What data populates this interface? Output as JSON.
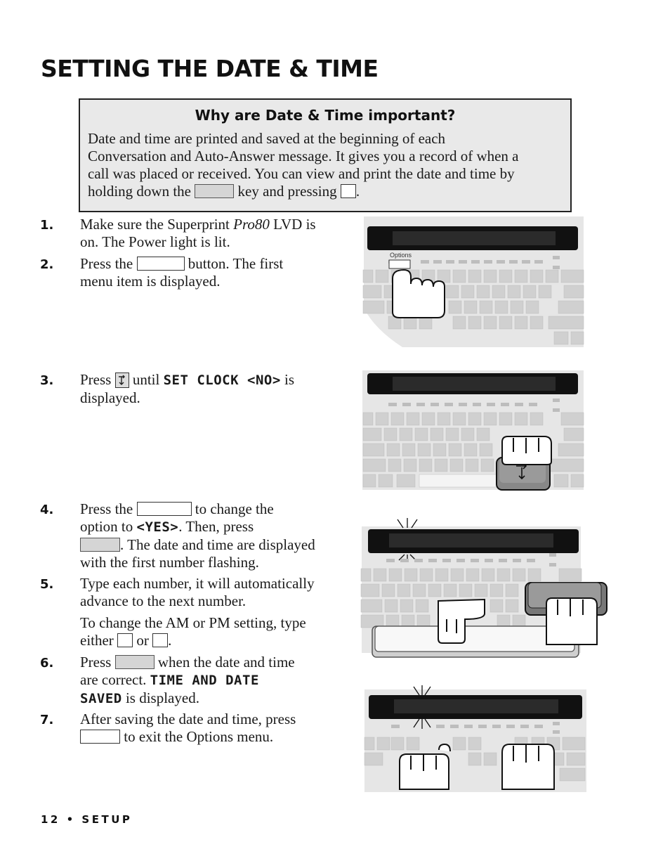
{
  "page_title": "SETTING THE DATE & TIME",
  "callout": {
    "heading": "Why are Date & Time important?",
    "body_line1": "Date and time are printed and saved at the beginning of each",
    "body_line2": "Conversation and Auto-Answer message. It gives you a record of when a",
    "body_line3": "call was placed or received. You can view and print the date and time by",
    "body_line4a": "holding down the",
    "body_line4b": "key and pressing",
    "body_line4c": "."
  },
  "steps": [
    {
      "number": "1.",
      "line1a": "Make sure the Superprint ",
      "line1b": "Pro80",
      "line1c": " LVD is",
      "line2": "on. The Power light is lit."
    },
    {
      "number": "2.",
      "line1a": "Press the",
      "line1b": "button. The first",
      "line2": "menu item is displayed."
    },
    {
      "number": "3.",
      "line1a": "Press",
      "line1b": "until",
      "lcd": "SET CLOCK  <NO>",
      "line1c": "is",
      "line2": "displayed."
    },
    {
      "number": "4.",
      "line1a": "Press the",
      "line1b": "to change the",
      "line2a": "option to",
      "lcd": "<YES>",
      "line2b": ". Then, press",
      "line3": ". The date and time are displayed",
      "line4": "with the first number flashing."
    },
    {
      "number": "5.",
      "line1": "Type each number, it will automatically",
      "line2": "advance to the next number.",
      "line3": "To change the AM or PM setting, type",
      "line4a": "either",
      "line4b": "or",
      "line4c": "."
    },
    {
      "number": "6.",
      "line1a": "Press",
      "line1b": "when the date and time",
      "line2a": "are correct.",
      "lcd1": "TIME AND DATE",
      "lcd2": "SAVED",
      "line3": "is displayed."
    },
    {
      "number": "7.",
      "line1": "After saving the date and time, press",
      "line2": "to exit the Options menu."
    }
  ],
  "figures": {
    "options_key_label": "Options"
  },
  "footer": "12 • SETUP"
}
